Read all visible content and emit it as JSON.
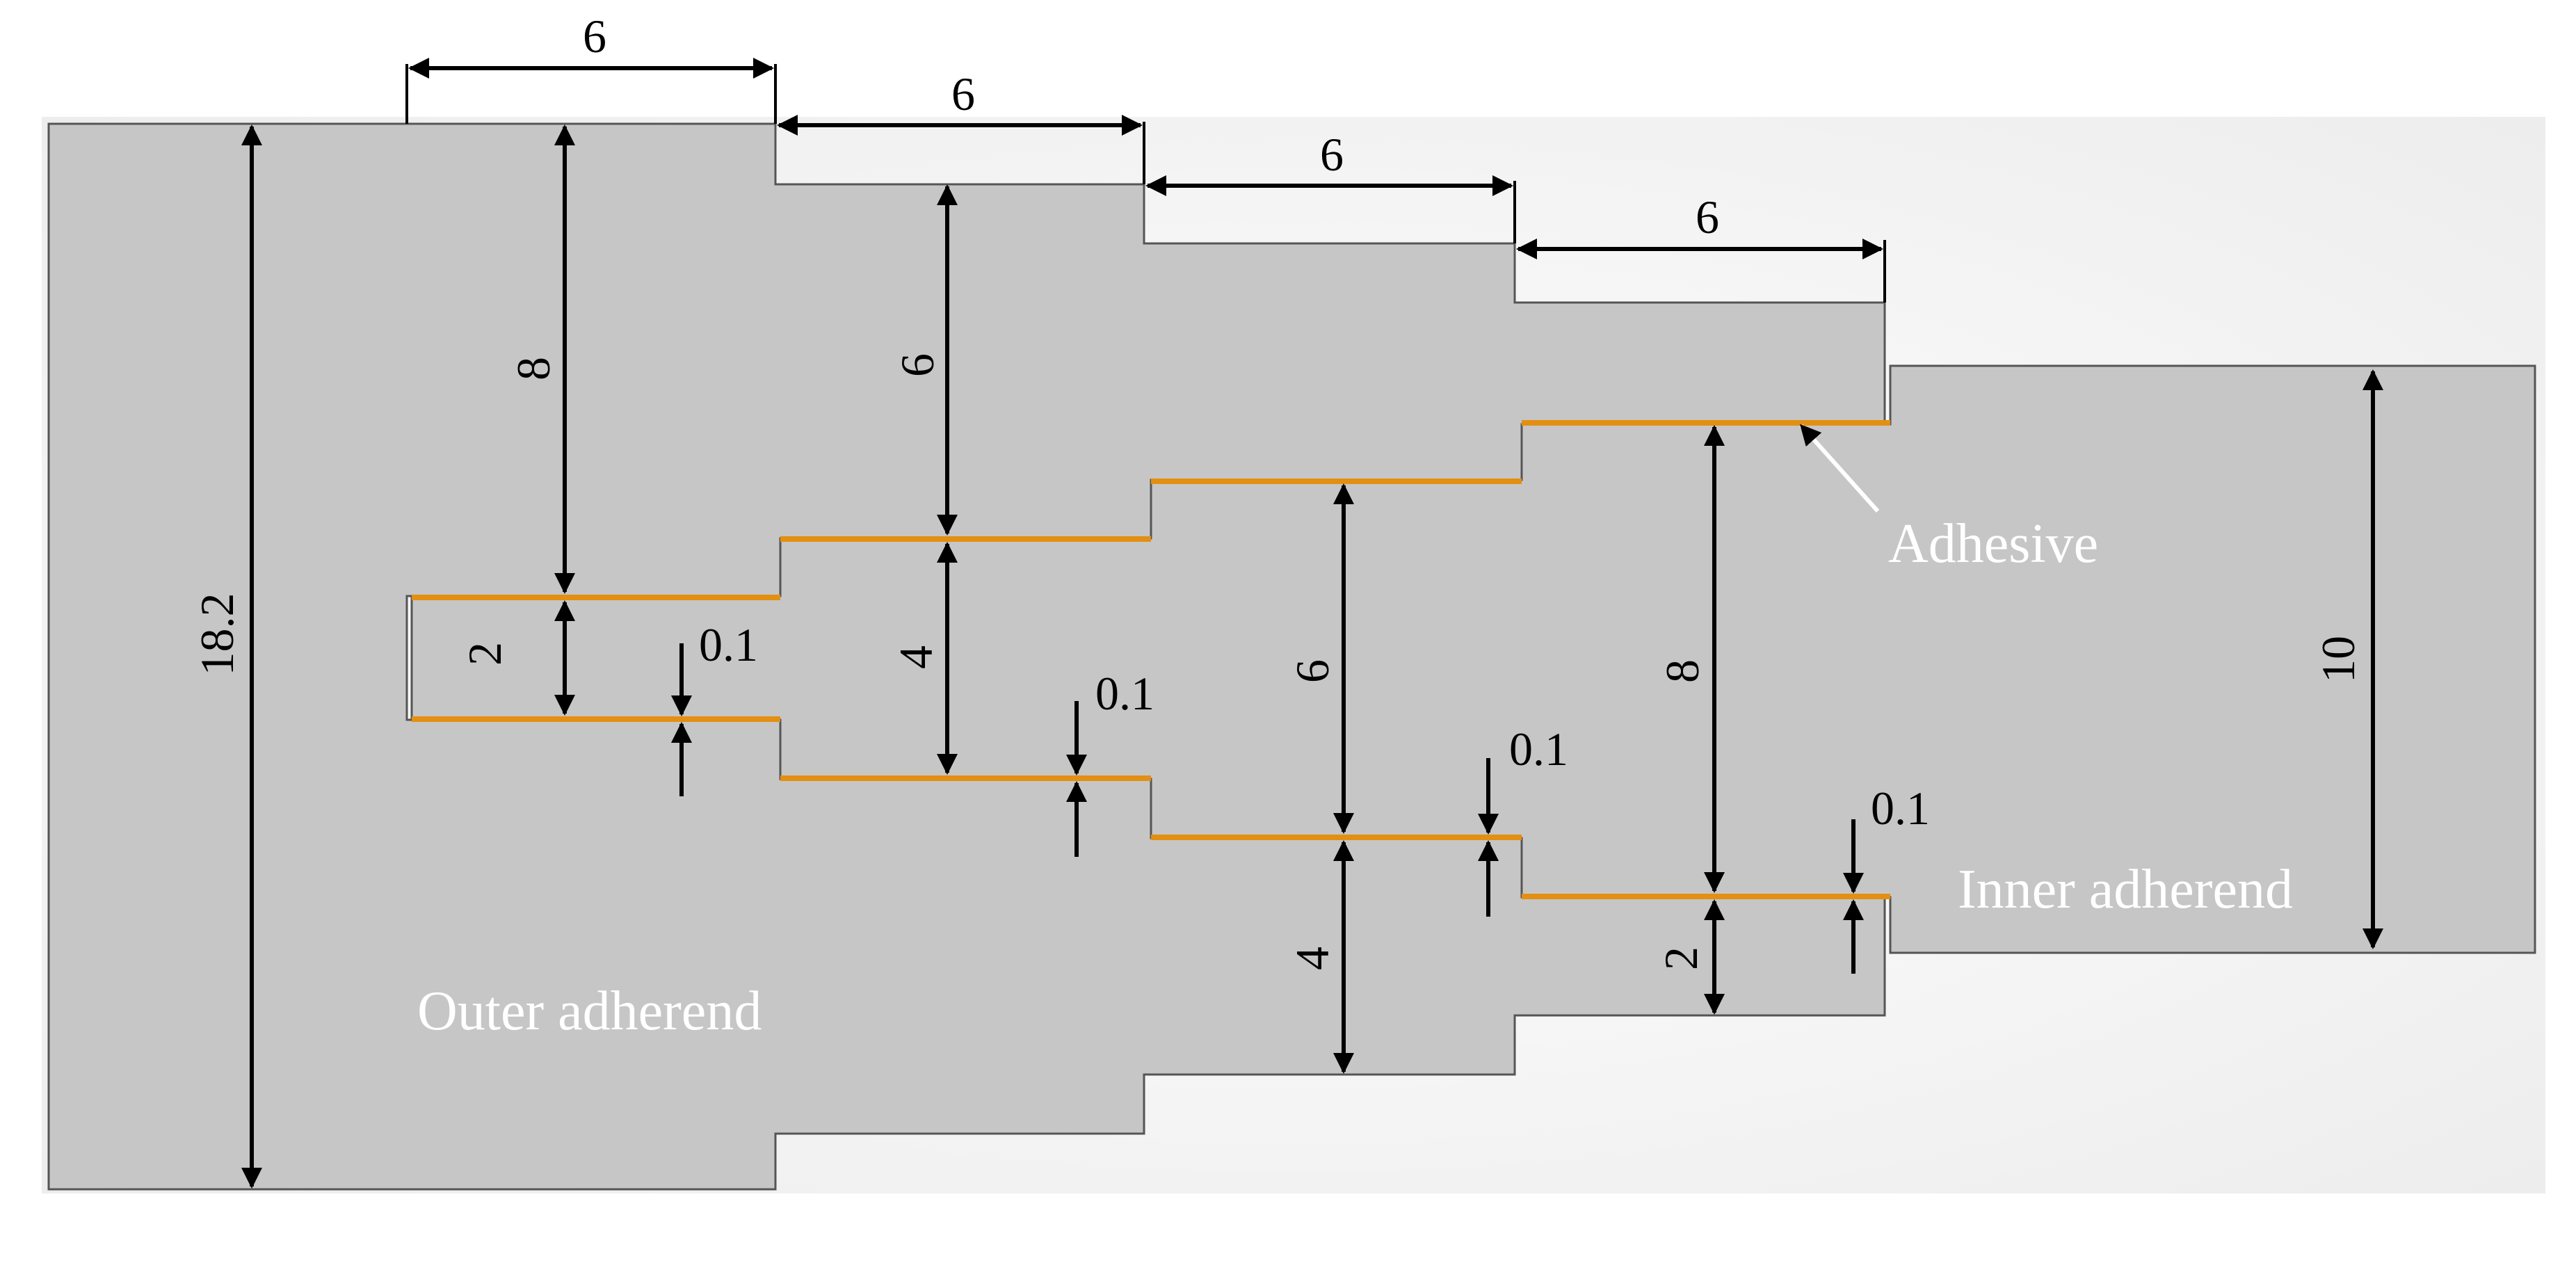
{
  "colors": {
    "background": "#f2f2f2",
    "adherend_fill": "#c6c6c6",
    "outline": "#555555",
    "adhesive": "#e38f12",
    "dimension": "#000000",
    "label": "#ffffff"
  },
  "labels": {
    "outer_adherend": "Outer adherend",
    "inner_adherend": "Inner adherend",
    "adhesive": "Adhesive"
  },
  "dimensions": {
    "step_lengths": [
      "6",
      "6",
      "6",
      "6"
    ],
    "overall_outer_height": "18.2",
    "inner_height": "10",
    "upper_depths": [
      "8",
      "6"
    ],
    "inner_steps_upper": [
      "2",
      "4",
      "6",
      "8"
    ],
    "lower_depths": [
      "4",
      "2"
    ],
    "adhesive_thickness": [
      "0.1",
      "0.1",
      "0.1",
      "0.1"
    ]
  }
}
